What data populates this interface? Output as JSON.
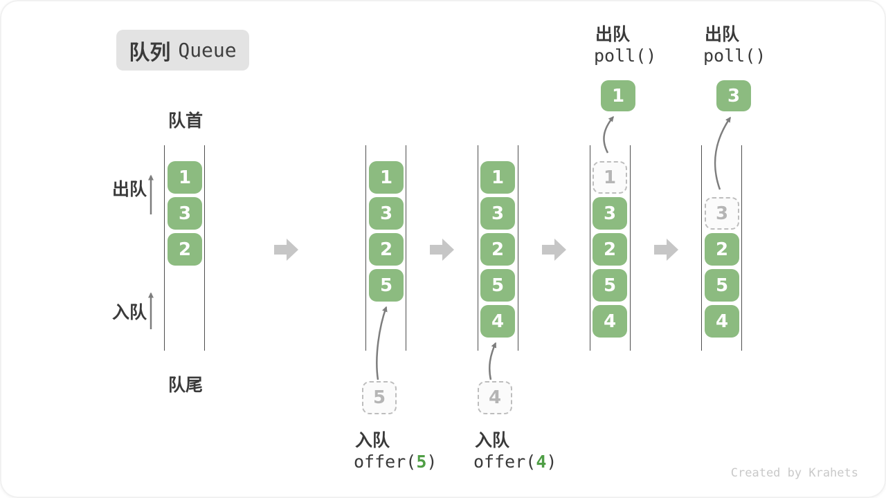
{
  "title": {
    "zh": "队列",
    "en": "Queue"
  },
  "labels": {
    "front": "队首",
    "rear": "队尾",
    "dequeue": "出队",
    "enqueue": "入队"
  },
  "operations": {
    "poll_1": {
      "label": "出队",
      "code": "poll()"
    },
    "poll_2": {
      "label": "出队",
      "code": "poll()"
    },
    "offer_1": {
      "label": "入队",
      "code_pre": "offer(",
      "arg": "5",
      "code_post": ")"
    },
    "offer_2": {
      "label": "入队",
      "code_pre": "offer(",
      "arg": "4",
      "code_post": ")"
    }
  },
  "floating": {
    "polled_1": "1",
    "polled_2": "3",
    "incoming_1": "5",
    "incoming_2": "4"
  },
  "steps": [
    [
      "1",
      "3",
      "2"
    ],
    [
      "1",
      "3",
      "2",
      "5"
    ],
    [
      "1",
      "3",
      "2",
      "5",
      "4"
    ],
    [
      "1",
      "3",
      "2",
      "5",
      "4"
    ],
    [
      "3",
      "2",
      "5",
      "4"
    ]
  ],
  "colors": {
    "element_green": "#8cbb80",
    "code_arg_green": "#4f9e45",
    "thin_arrow_gray": "#7d7d7d",
    "block_arrow_gray": "#c6c6c6",
    "title_box_bg": "#e3e3e3"
  },
  "watermark": "Created by Krahets"
}
